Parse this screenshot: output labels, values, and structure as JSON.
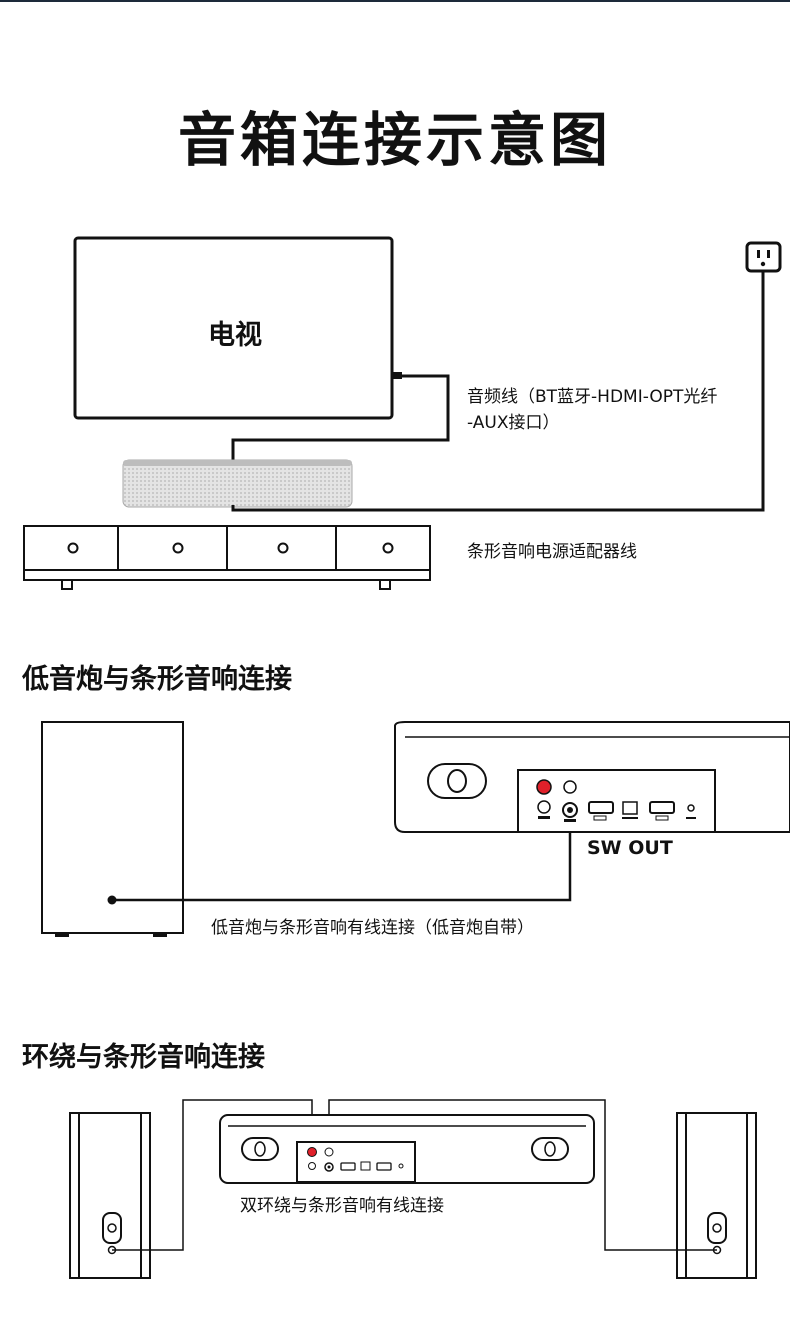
{
  "title": "音箱连接示意图",
  "tv": {
    "label": "电视"
  },
  "labels": {
    "audio_cable_line1": "音频线（BT蓝牙-HDMI-OPT光纤",
    "audio_cable_line2": "-AUX接口）",
    "power_adapter": "条形音响电源适配器线"
  },
  "section_subwoofer": {
    "heading": "低音炮与条形音响连接",
    "port_label": "SW OUT",
    "caption": "低音炮与条形音响有线连接（低音炮自带）"
  },
  "section_surround": {
    "heading": "环绕与条形音响连接",
    "caption": "双环绕与条形音响有线连接"
  },
  "colors": {
    "line": "#111111",
    "port_red": "#e0202a",
    "soundbar_fabric": "#d8d8d8"
  }
}
